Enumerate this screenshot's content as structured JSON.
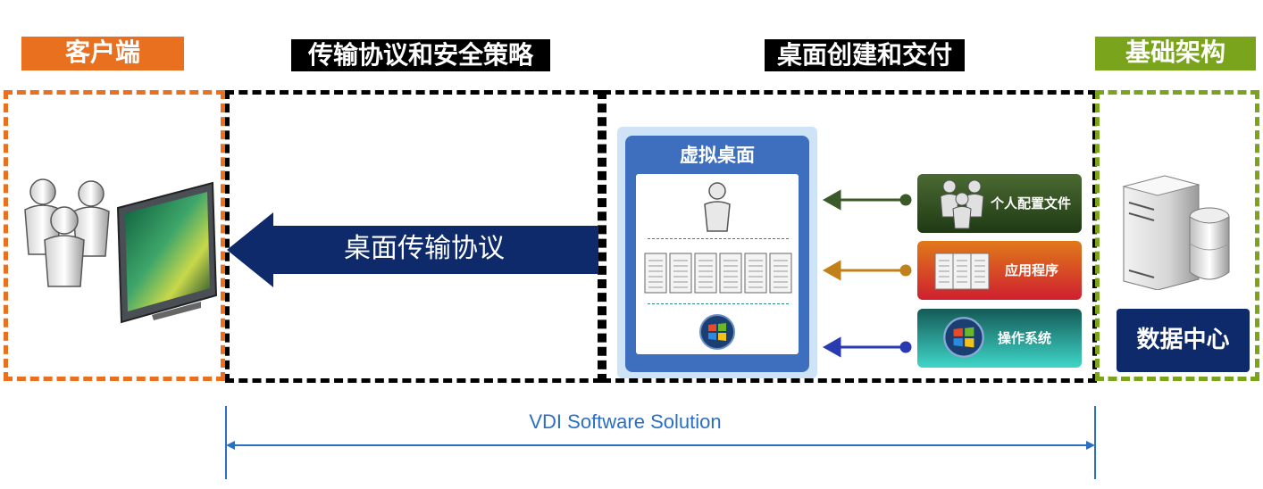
{
  "headers": {
    "client": "客户端",
    "transport": "传输协议和安全策略",
    "desktop": "桌面创建和交付",
    "infra": "基础架构"
  },
  "arrow_label": "桌面传输协议",
  "vdesk": {
    "title": "虚拟桌面"
  },
  "sources": [
    {
      "label": "个人配置文件",
      "icon": "users-icon",
      "color": "#3a5a2a"
    },
    {
      "label": "应用程序",
      "icon": "documents-icon",
      "color": "#c8501e"
    },
    {
      "label": "操作系统",
      "icon": "windows-logo-icon",
      "color": "#2fb9b0"
    }
  ],
  "datacenter": {
    "label": "数据中心"
  },
  "solution": {
    "label": "VDI Software Solution"
  },
  "colors": {
    "orange": "#e8701e",
    "black": "#000000",
    "green": "#7aa41c",
    "navy": "#0e2a6b",
    "solution_blue": "#2a6fc4"
  }
}
